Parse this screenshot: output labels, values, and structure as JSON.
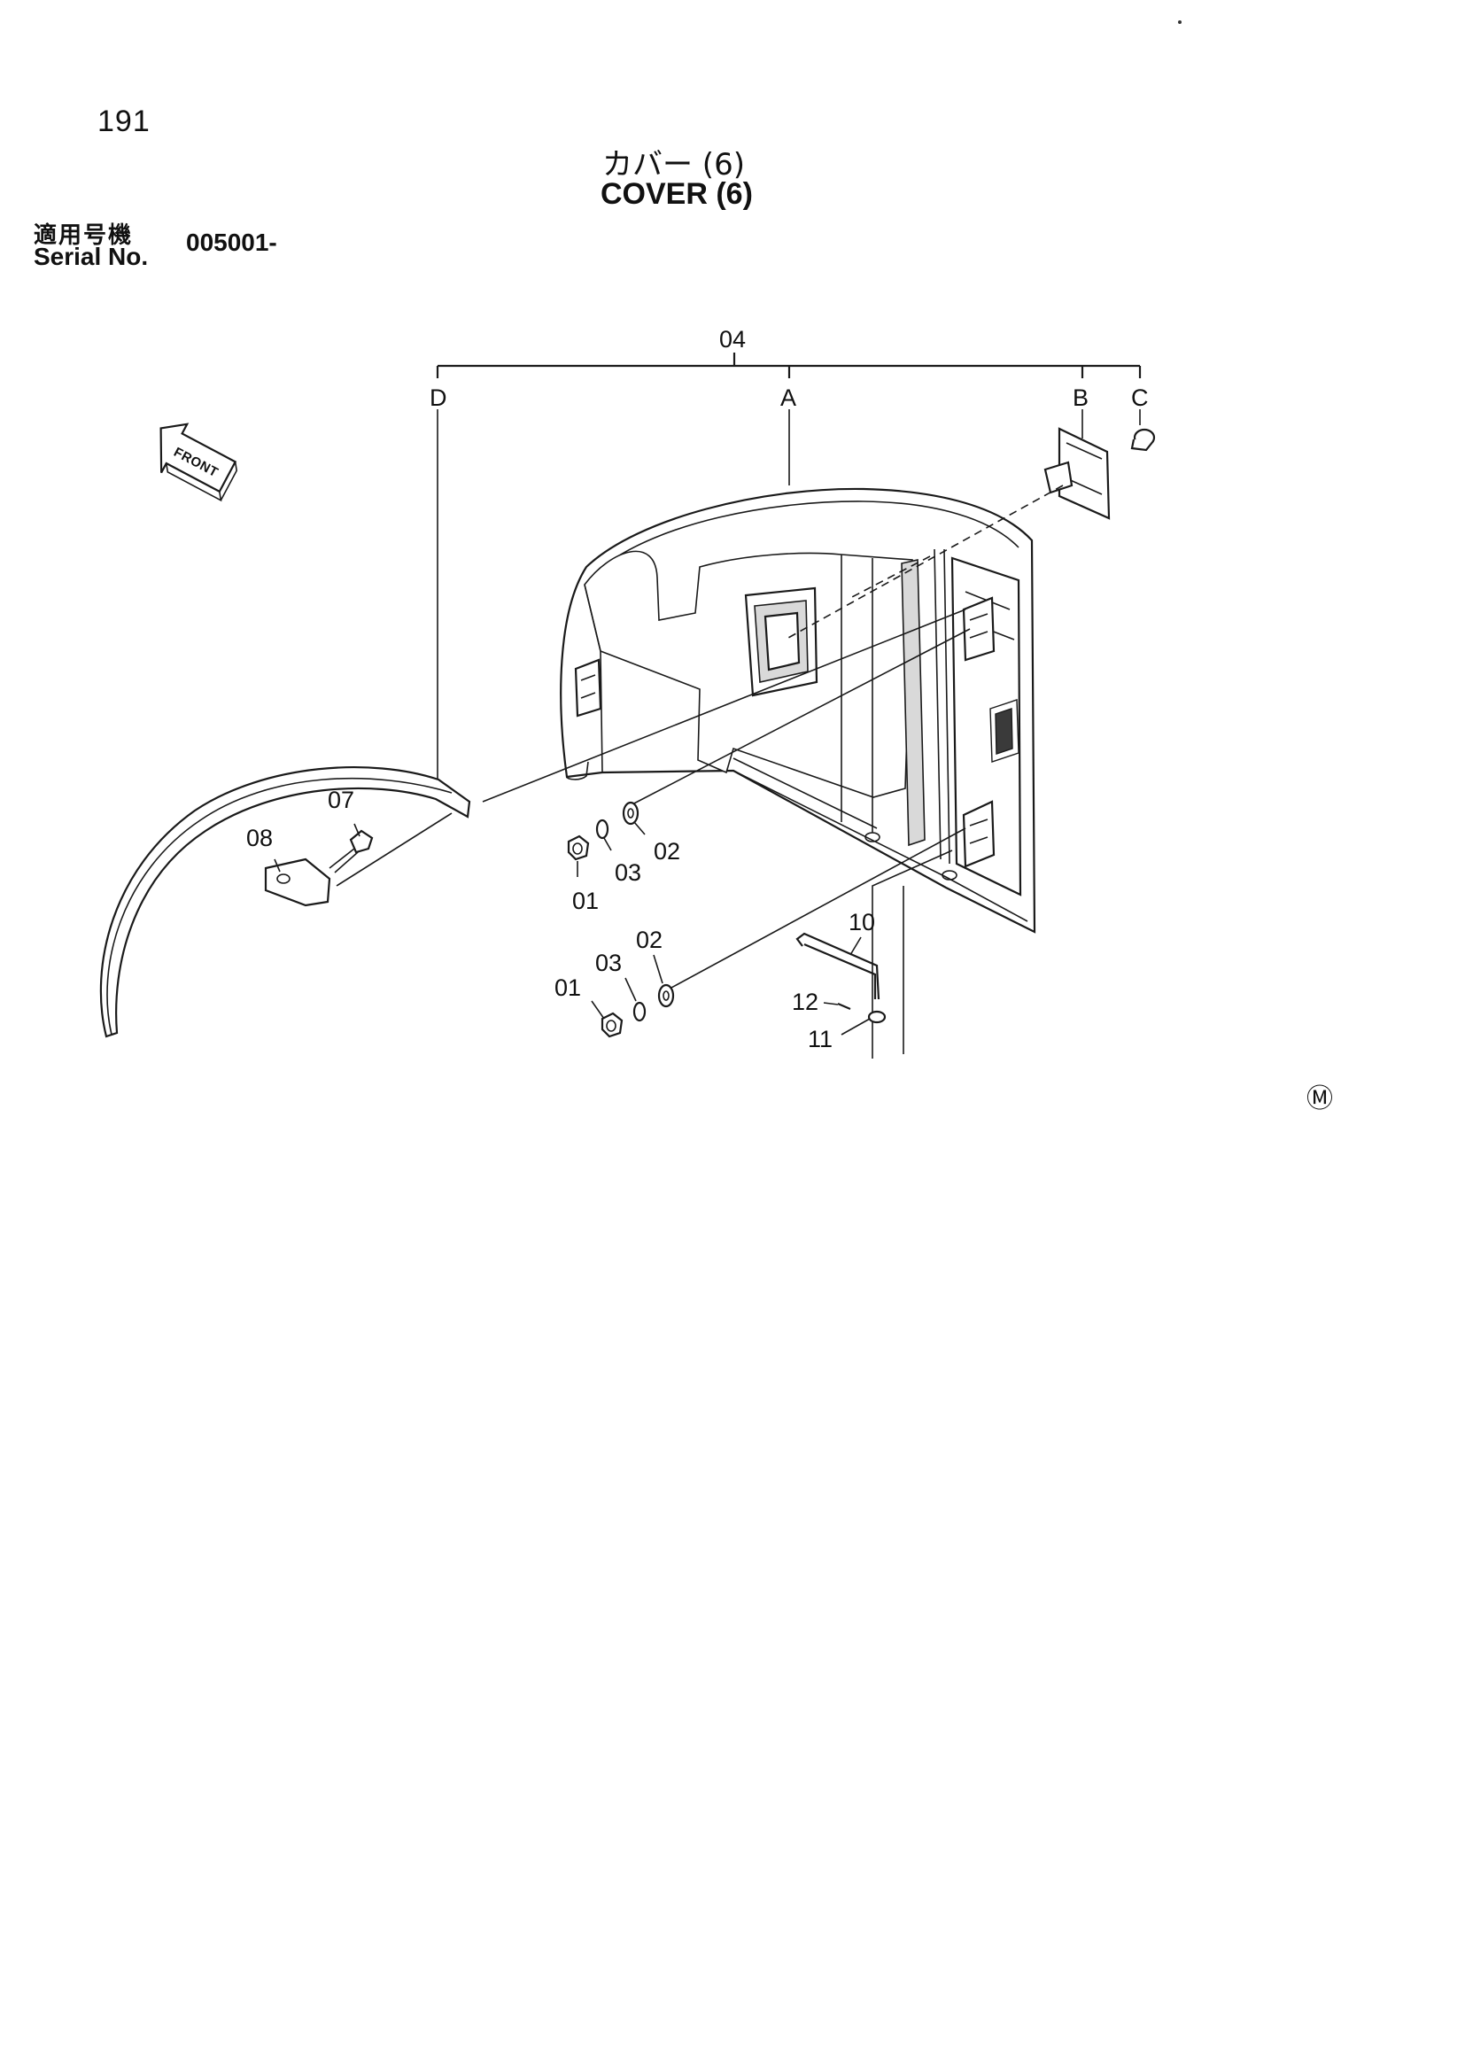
{
  "page": {
    "number": "191",
    "title_ja": "カバー (6)",
    "title_en": "COVER (6)",
    "serial_label_ja": "適用号機",
    "serial_label_en": "Serial No.",
    "serial_value": "005001-"
  },
  "diagram": {
    "assembly_label": "04",
    "sub_labels": {
      "a": "A",
      "b": "B",
      "c": "C",
      "d": "D"
    },
    "front_label": "FRONT",
    "mark_symbol": "Ⓜ",
    "callouts": {
      "nut_upper": "01",
      "nut_lower": "01",
      "washer_upper": "02",
      "washer_lower": "02",
      "lockwasher_upper": "03",
      "lockwasher_lower": "03",
      "bolt": "07",
      "bracket": "08",
      "rod": "10",
      "small_washer": "11",
      "pin": "12"
    }
  }
}
